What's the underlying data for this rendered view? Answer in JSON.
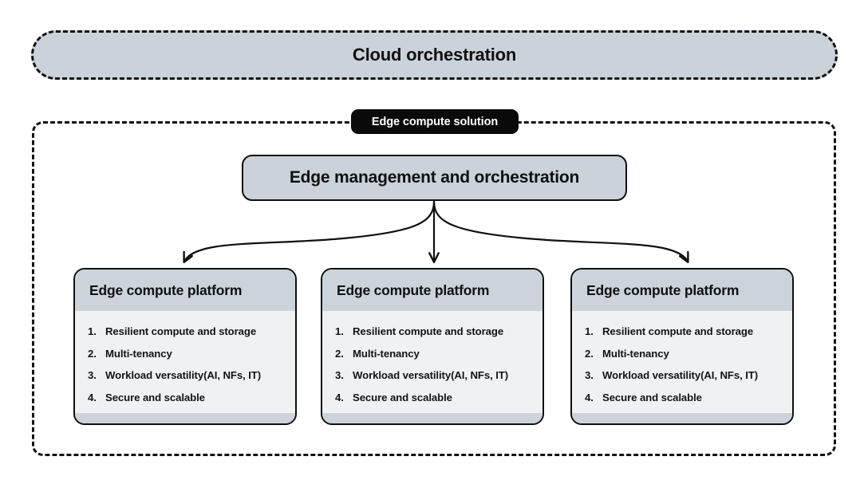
{
  "cloud_band": {
    "title": "Cloud orchestration"
  },
  "solution": {
    "label": "Edge compute solution"
  },
  "orchestration": {
    "title": "Edge management and orchestration"
  },
  "cards": [
    {
      "header": "Edge compute platform",
      "features": [
        {
          "num": "1.",
          "text": "Resilient compute and storage"
        },
        {
          "num": "2.",
          "text": "Multi-tenancy"
        },
        {
          "num": "3.",
          "text": "Workload versatility(AI, NFs, IT)"
        },
        {
          "num": "4.",
          "text": "Secure and scalable"
        }
      ]
    },
    {
      "header": "Edge compute platform",
      "features": [
        {
          "num": "1.",
          "text": "Resilient compute and storage"
        },
        {
          "num": "2.",
          "text": "Multi-tenancy"
        },
        {
          "num": "3.",
          "text": "Workload versatility(AI, NFs, IT)"
        },
        {
          "num": "4.",
          "text": "Secure and scalable"
        }
      ]
    },
    {
      "header": "Edge compute platform",
      "features": [
        {
          "num": "1.",
          "text": "Resilient compute and storage"
        },
        {
          "num": "2.",
          "text": "Multi-tenancy"
        },
        {
          "num": "3.",
          "text": "Workload versatility(AI, NFs, IT)"
        },
        {
          "num": "4.",
          "text": "Secure and scalable"
        }
      ]
    }
  ],
  "colors": {
    "band_fill": "#cbd2d9",
    "card_header_fill": "#ccd3da",
    "card_body_fill": "#f0f1f3",
    "label_fill": "#0a0a0a",
    "stroke": "#101010"
  }
}
